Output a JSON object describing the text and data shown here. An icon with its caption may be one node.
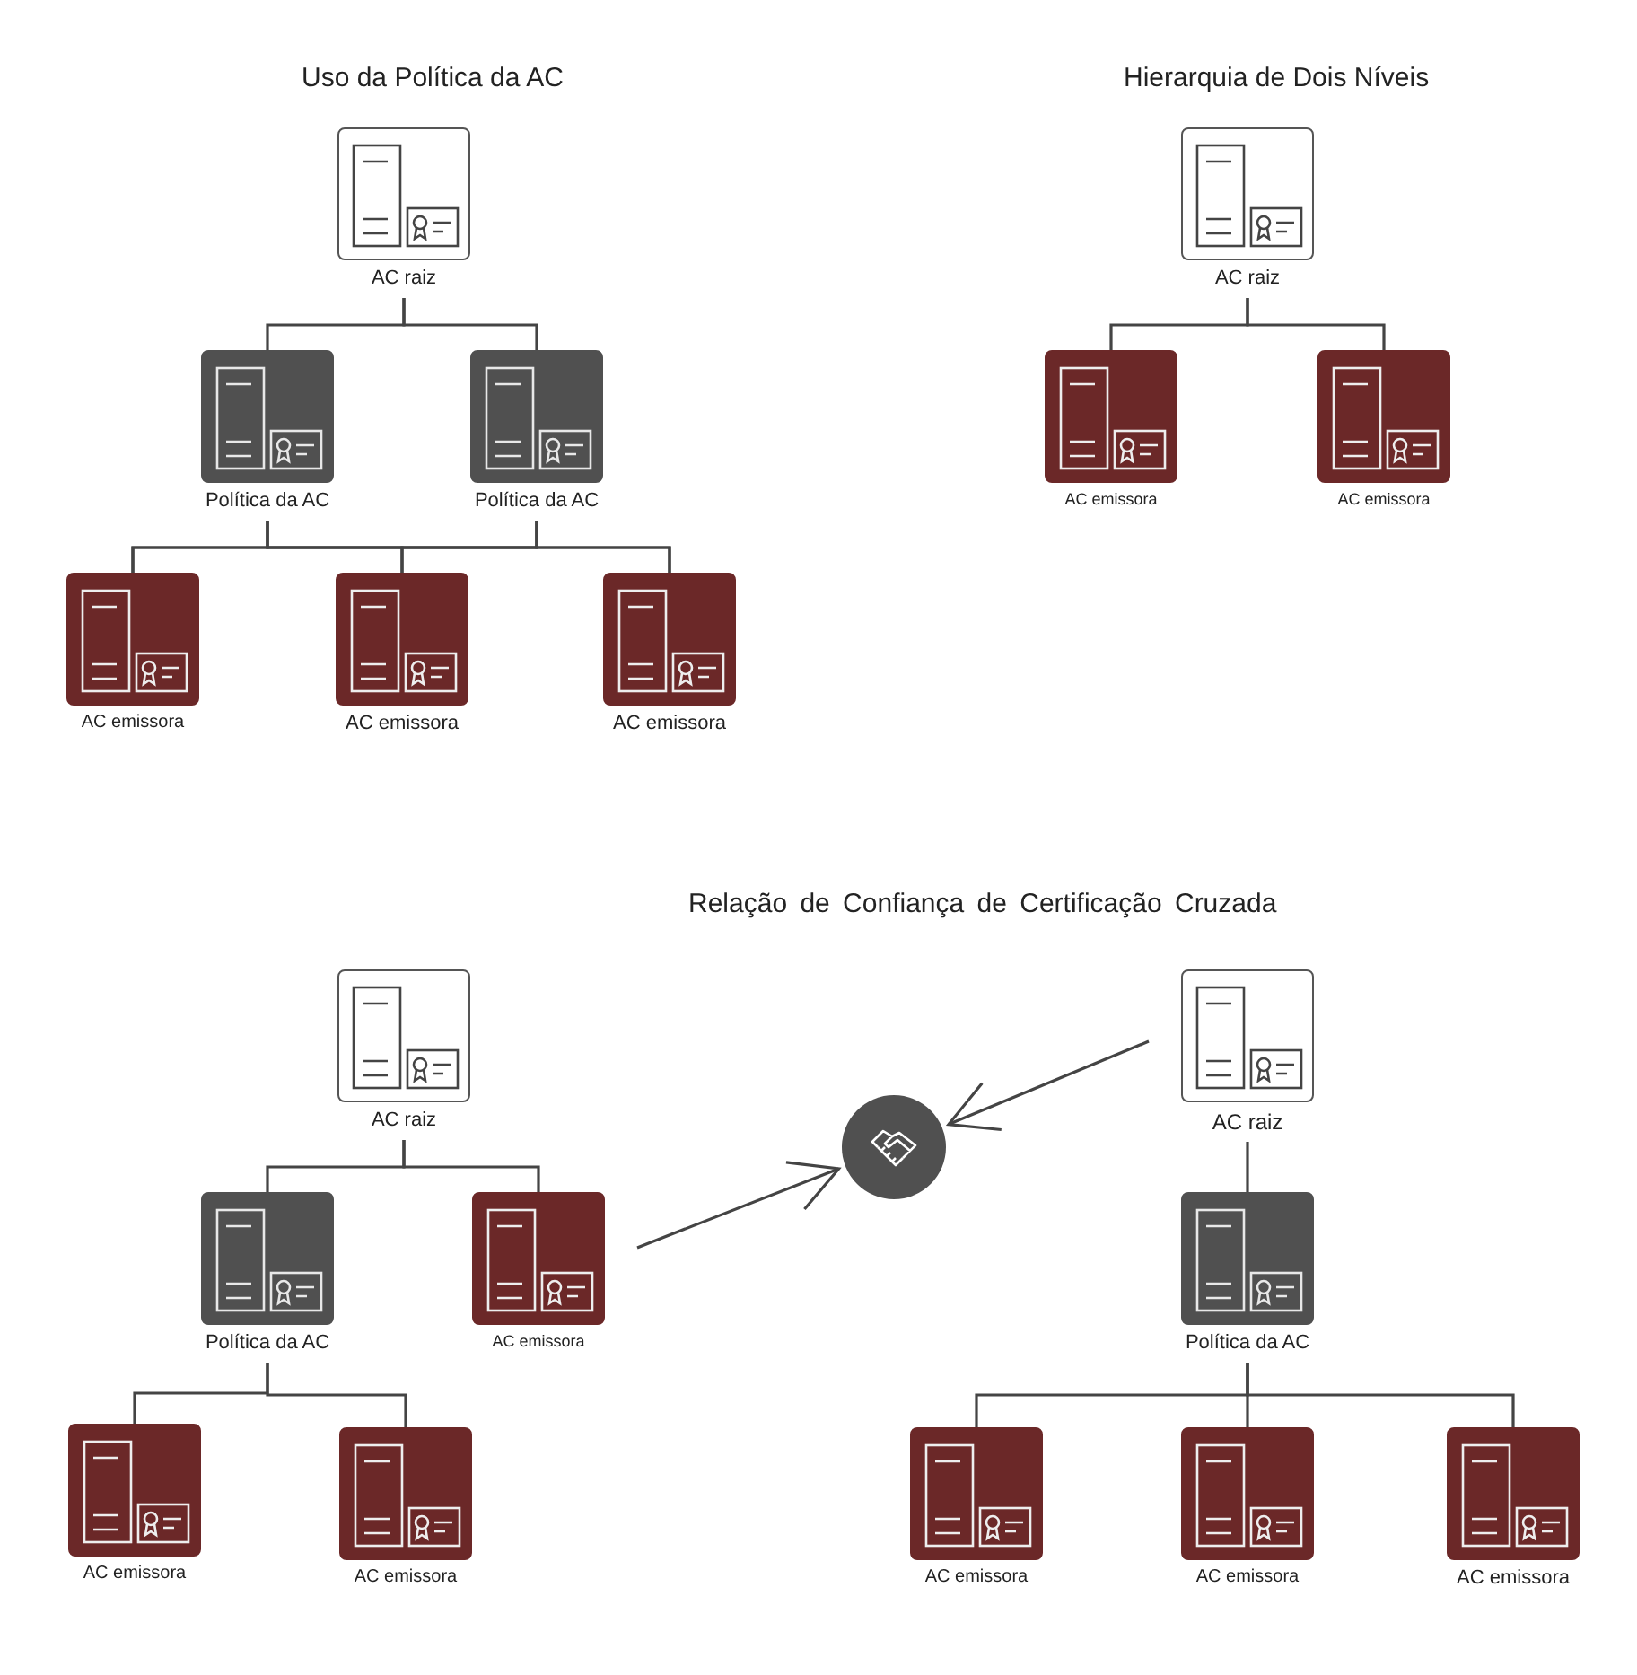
{
  "diagram": {
    "nodes": [
      {
        "text": [
          "AC raiz"
        ]
      },
      {
        "text": [
          "Política da AC"
        ]
      },
      {
        "text": [
          "Política da AC"
        ]
      },
      {
        "text": [
          "AC emissora"
        ]
      },
      {
        "text": [
          "AC emissora"
        ]
      },
      {
        "text": [
          "AC emissora"
        ]
      },
      {
        "text": [
          "AC raiz"
        ]
      },
      {
        "text": [
          "AC emissora"
        ]
      },
      {
        "text": [
          "AC emissora"
        ]
      },
      {
        "text": [
          "AC raiz"
        ]
      },
      {
        "text": [
          "Política da AC"
        ]
      },
      {
        "text": [
          "AC emissora"
        ]
      },
      {
        "text": [
          "AC emissora"
        ]
      },
      {
        "text": [
          "AC emissora"
        ]
      },
      {
        "text": [],
        "shape": "circle"
      },
      {
        "text": [
          "AC raiz"
        ]
      },
      {
        "text": [
          "Política da AC"
        ]
      },
      {
        "text": [
          "AC emissora"
        ]
      },
      {
        "text": [
          "AC emissora"
        ]
      },
      {
        "text": [
          "AC emissora"
        ]
      }
    ],
    "edges": [
      {
        "from": 0,
        "to": 1,
        "arrow": "none"
      },
      {
        "from": 0,
        "to": 2,
        "arrow": "none"
      },
      {
        "from": 1,
        "to": 3,
        "arrow": "none"
      },
      {
        "from": 1,
        "to": 4,
        "arrow": "none"
      },
      {
        "from": 1,
        "to": 5,
        "arrow": "none"
      },
      {
        "from": 2,
        "to": 3,
        "arrow": "none"
      },
      {
        "from": 2,
        "to": 4,
        "arrow": "none"
      },
      {
        "from": 2,
        "to": 5,
        "arrow": "none"
      },
      {
        "from": 6,
        "to": 7,
        "arrow": "none"
      },
      {
        "from": 6,
        "to": 8,
        "arrow": "none"
      },
      {
        "from": 9,
        "to": 10,
        "arrow": "none"
      },
      {
        "from": 9,
        "to": 11,
        "arrow": "none"
      },
      {
        "from": 10,
        "to": 12,
        "arrow": "none"
      },
      {
        "from": 10,
        "to": 13,
        "arrow": "none"
      },
      {
        "from": null,
        "to": 14,
        "arrow": "to"
      },
      {
        "from": null,
        "to": 14,
        "arrow": "to"
      },
      {
        "from": 15,
        "to": 16,
        "arrow": "none"
      },
      {
        "from": 16,
        "to": 17,
        "arrow": "none"
      },
      {
        "from": 16,
        "to": 18,
        "arrow": "none"
      },
      {
        "from": 16,
        "to": 19,
        "arrow": "none"
      }
    ],
    "labels": [
      "Uso da Política da AC",
      "Hierarquia de Dois Níveis",
      "Relação de Confiança de Certificação Cruzada"
    ]
  }
}
